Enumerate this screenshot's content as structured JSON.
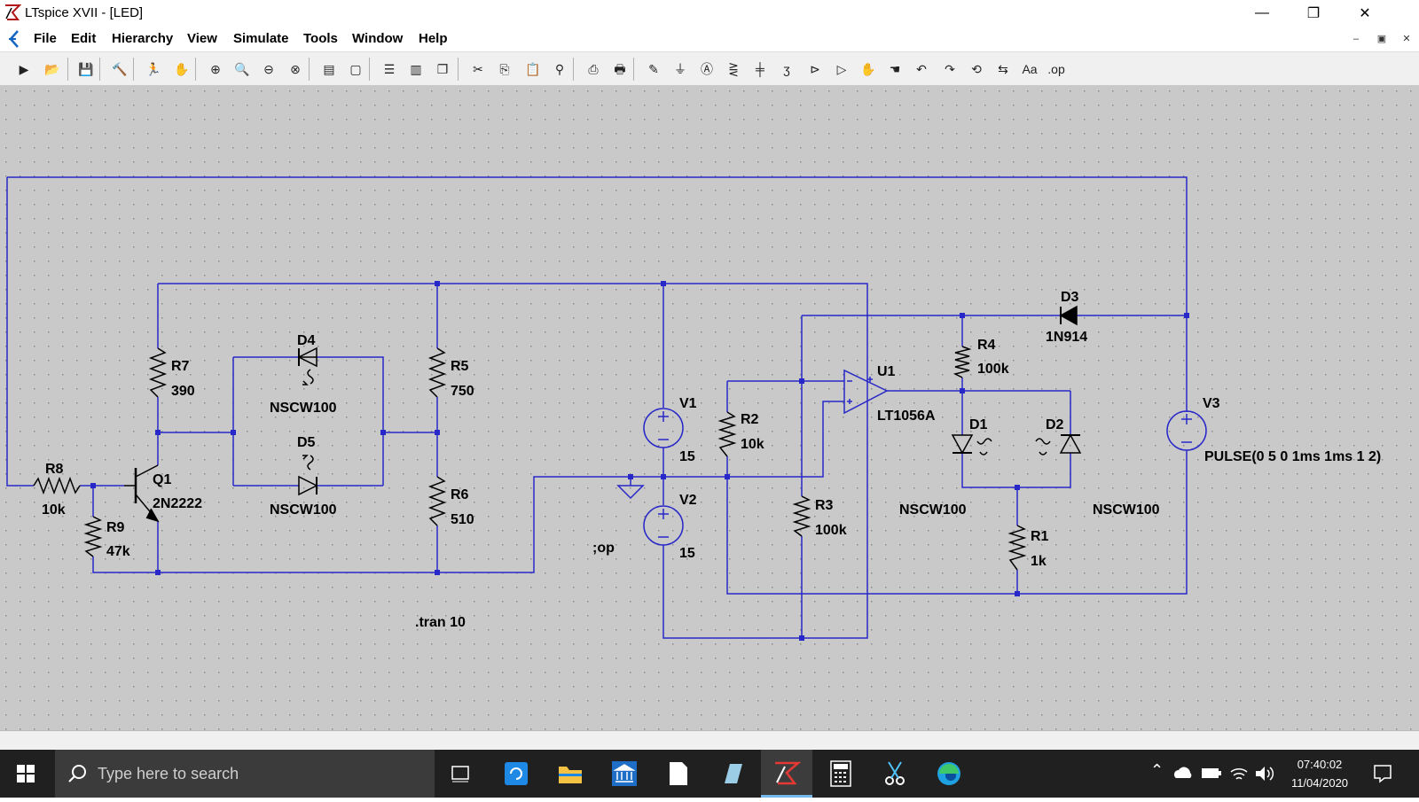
{
  "window": {
    "title": "LTspice XVII - [LED]"
  },
  "menu": [
    "File",
    "Edit",
    "Hierarchy",
    "View",
    "Simulate",
    "Tools",
    "Window",
    "Help"
  ],
  "toolbar_icons": [
    "new-icon",
    "open-icon",
    "save-icon",
    "control-panel-icon",
    "run-icon",
    "halt-icon",
    "zoom-in-icon",
    "pan-icon",
    "zoom-out-icon",
    "zoom-fit-icon",
    "waveform-icon",
    "waveform-close-icon",
    "tile-horizontal-icon",
    "tile-vertical-icon",
    "cascade-icon",
    "cut-icon",
    "copy-icon",
    "paste-icon",
    "find-icon",
    "print-setup-icon",
    "print-icon",
    "wire-icon",
    "ground-icon",
    "label-icon",
    "resistor-icon",
    "capacitor-icon",
    "inductor-icon",
    "diode-icon",
    "component-icon",
    "move-icon",
    "drag-icon",
    "undo-icon",
    "redo-icon",
    "rotate-icon",
    "mirror-icon",
    "text-icon",
    "spice-directive-icon"
  ],
  "schematic": {
    "components": [
      {
        "ref": "R7",
        "value": "390"
      },
      {
        "ref": "R8",
        "value": "10k"
      },
      {
        "ref": "R9",
        "value": "47k"
      },
      {
        "ref": "Q1",
        "value": "2N2222"
      },
      {
        "ref": "D4",
        "value": "NSCW100"
      },
      {
        "ref": "D5",
        "value": "NSCW100"
      },
      {
        "ref": "R5",
        "value": "750"
      },
      {
        "ref": "R6",
        "value": "510"
      },
      {
        "ref": "V1",
        "value": "15"
      },
      {
        "ref": "V2",
        "value": "15"
      },
      {
        "ref": "R2",
        "value": "10k"
      },
      {
        "ref": "R3",
        "value": "100k"
      },
      {
        "ref": "U1",
        "value": "LT1056A"
      },
      {
        "ref": "R4",
        "value": "100k"
      },
      {
        "ref": "D3",
        "value": "1N914"
      },
      {
        "ref": "D1",
        "value": "NSCW100"
      },
      {
        "ref": "D2",
        "value": "NSCW100"
      },
      {
        "ref": "R1",
        "value": "1k"
      },
      {
        "ref": "V3",
        "value": "PULSE(0 5 0 1ms 1ms 1 2)"
      }
    ],
    "directives": [
      ".tran 10",
      ";op"
    ]
  },
  "taskbar": {
    "search_placeholder": "Type here to search",
    "time": "07:40:02",
    "date": "11/04/2020"
  },
  "colors": {
    "wire": "#2828c8",
    "canvas": "#c9c9c9",
    "dot": "#8a8a8a",
    "component": "#000000",
    "taskbar": "#202020"
  }
}
